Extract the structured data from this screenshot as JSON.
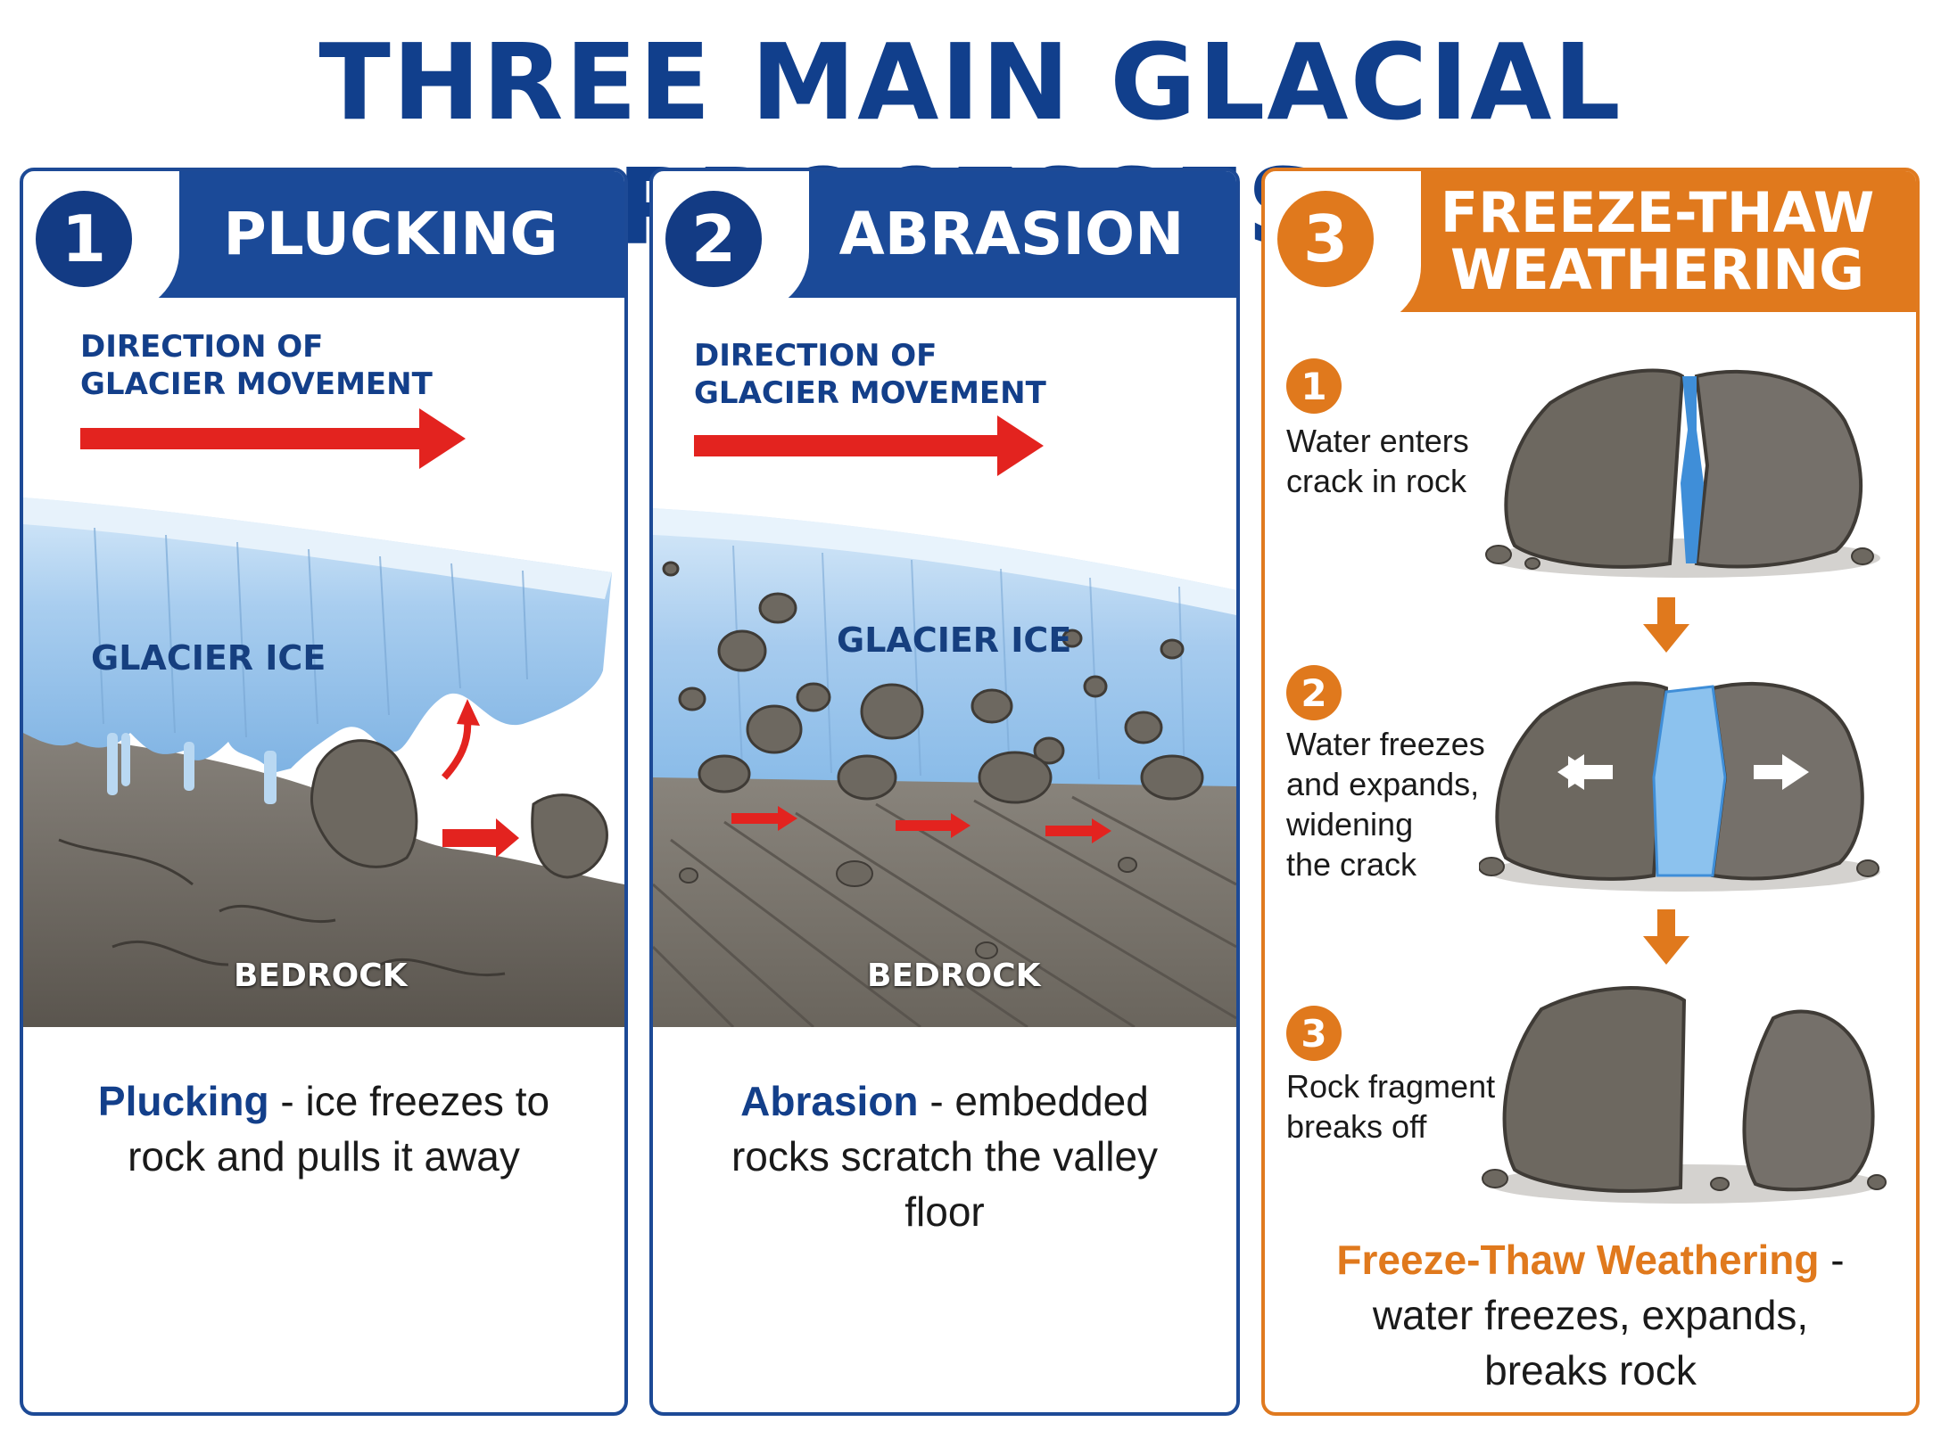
{
  "title": "THREE MAIN GLACIAL PROCESSES",
  "panels": [
    {
      "number": "1",
      "title": "PLUCKING",
      "direction_label": "DIRECTION OF\nGLACIER MOVEMENT",
      "ice_label": "GLACIER ICE",
      "bedrock_label": "BEDROCK",
      "caption_term": "Plucking",
      "caption_rest": " - ice freezes to rock and pulls it away"
    },
    {
      "number": "2",
      "title": "ABRASION",
      "direction_label": "DIRECTION OF\nGLACIER MOVEMENT",
      "ice_label": "GLACIER ICE",
      "bedrock_label": "BEDROCK",
      "caption_term": "Abrasion",
      "caption_rest": " - embedded rocks scratch the valley floor"
    },
    {
      "number": "3",
      "title": "FREEZE-THAW\nWEATHERING",
      "steps": [
        {
          "number": "1",
          "text": "Water enters\ncrack in rock"
        },
        {
          "number": "2",
          "text": "Water freezes\nand expands,\nwidening\nthe crack"
        },
        {
          "number": "3",
          "text": "Rock fragment\nbreaks off"
        }
      ],
      "caption_term": "Freeze-Thaw Weathering",
      "caption_rest": " - water freezes, expands, breaks rock"
    }
  ],
  "colors": {
    "blue": "#1b4a98",
    "orange": "#e0791d",
    "arrow_red": "#e3231f",
    "ice": "#a9cdee",
    "rock": "#6d6860"
  }
}
